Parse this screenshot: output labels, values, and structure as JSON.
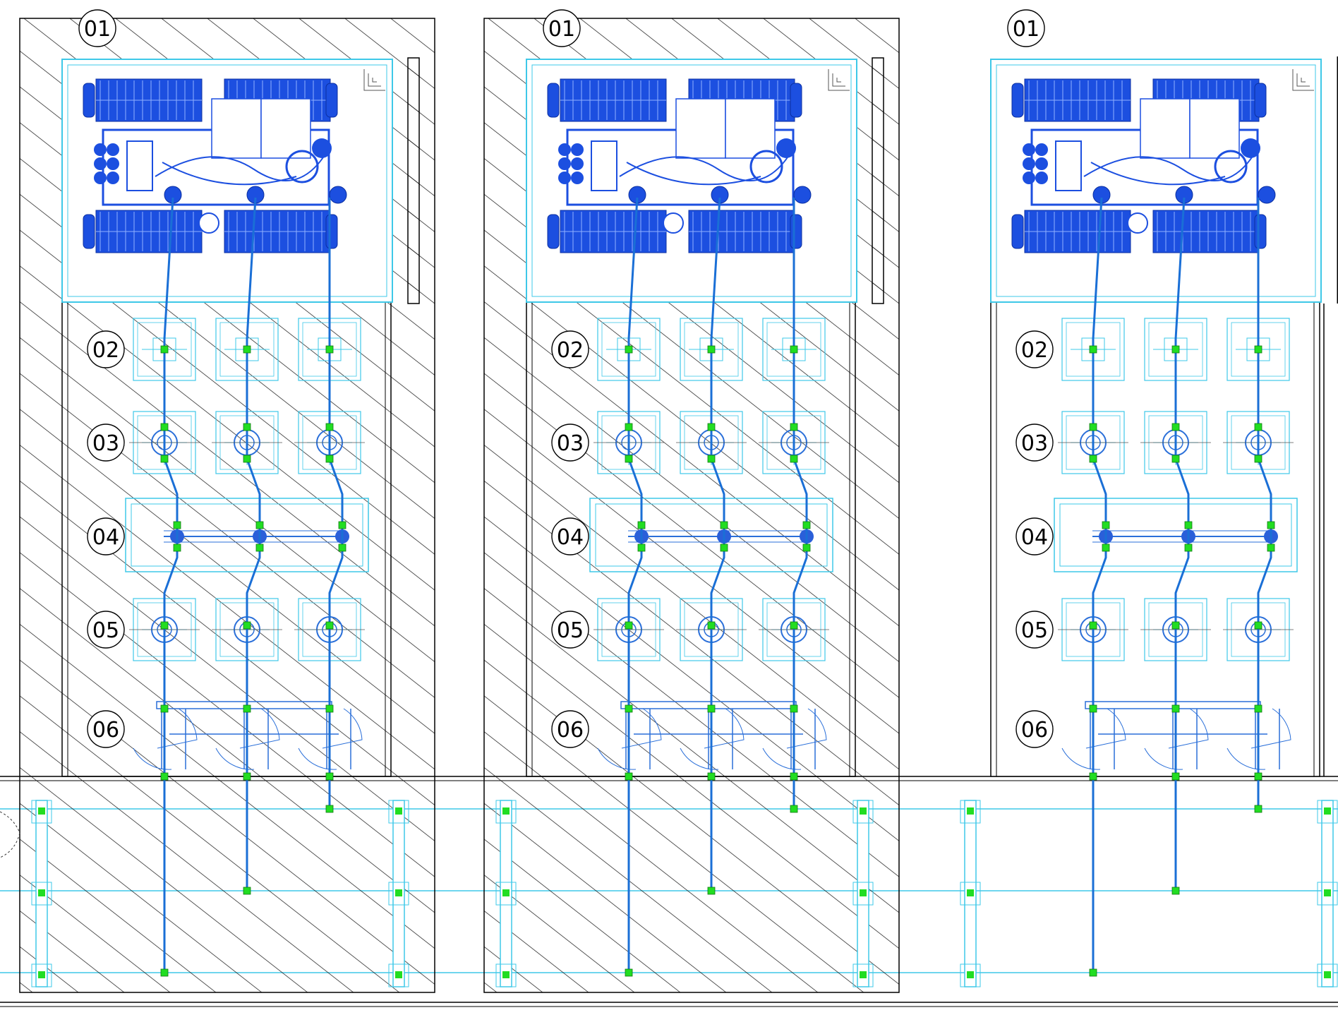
{
  "colors": {
    "background": "#ffffff",
    "outline": "#000000",
    "hatch": "#111111",
    "equipment_blue": "#1c4fe0",
    "pipe_blue": "#1a6fd6",
    "cyan": "#3ec8e8",
    "node_green": "#22dd22"
  },
  "callouts": [
    "01",
    "02",
    "03",
    "04",
    "05",
    "06"
  ],
  "panels": [
    {
      "name": "panel-a",
      "hatched": true
    },
    {
      "name": "panel-b",
      "hatched": true
    },
    {
      "name": "panel-c",
      "hatched": false
    }
  ]
}
